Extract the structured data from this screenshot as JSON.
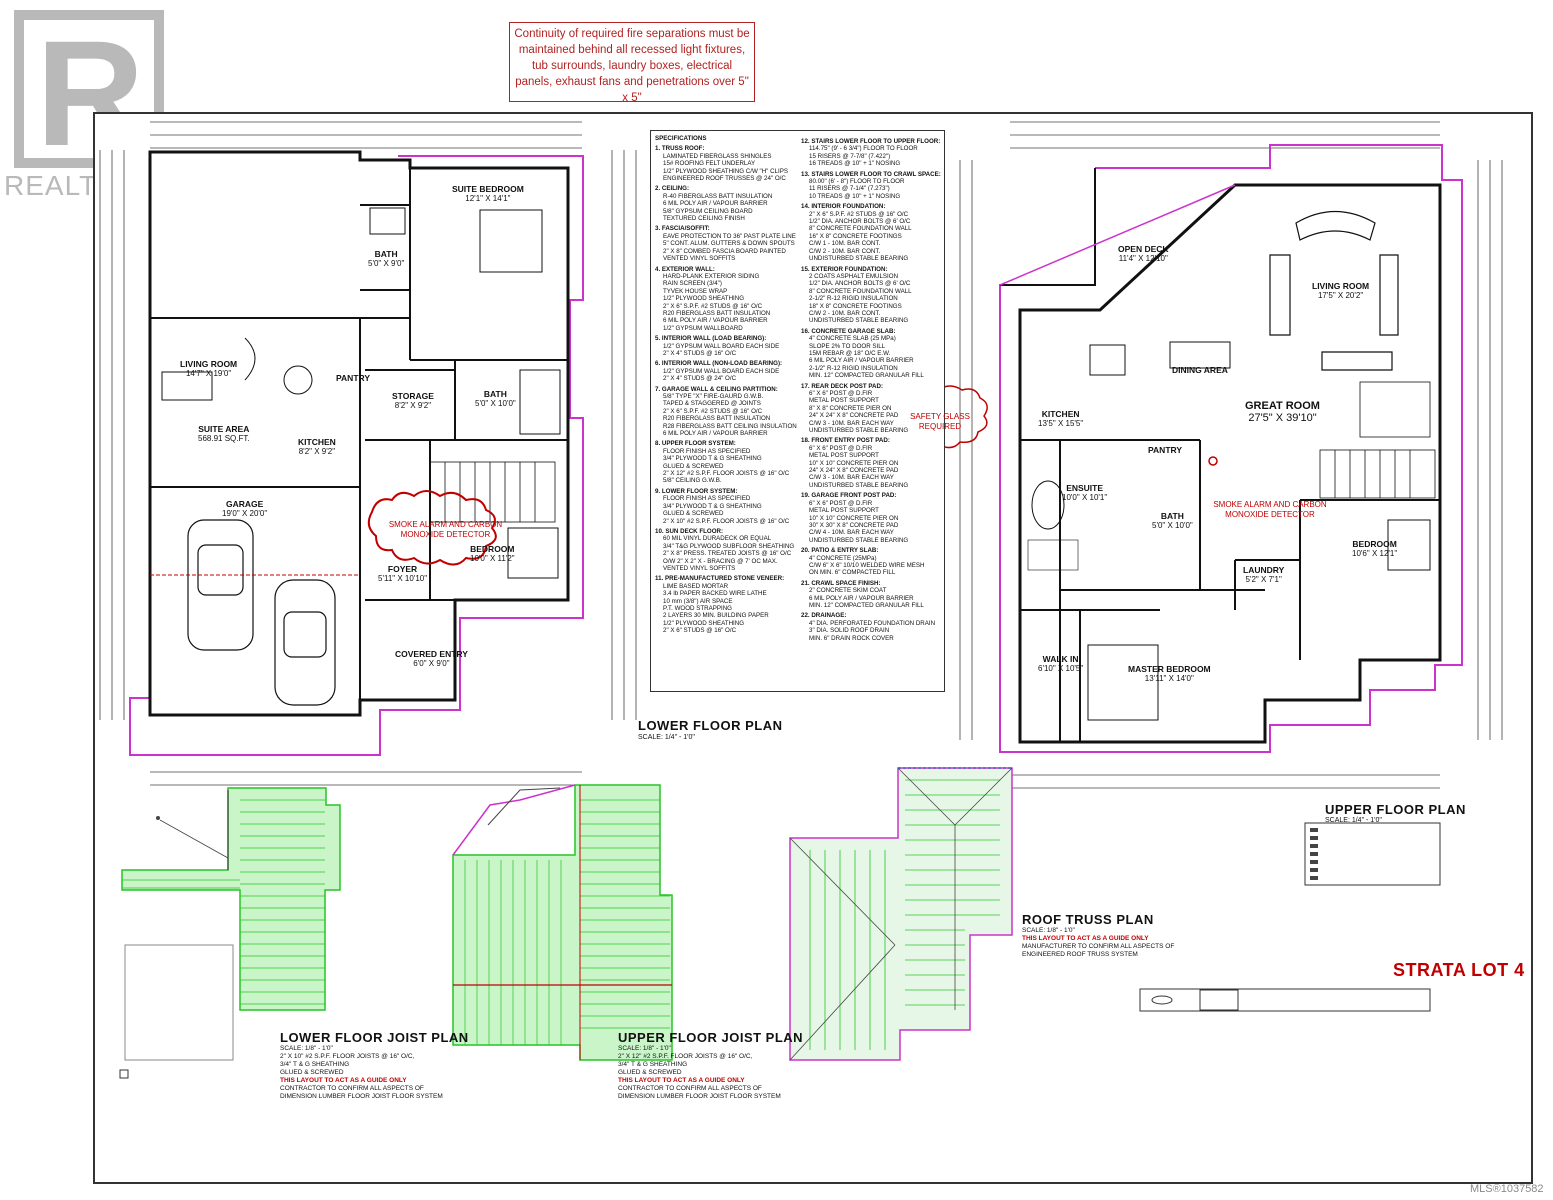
{
  "branding": {
    "logo_letter": "R",
    "logo_word": "REALTOR®",
    "mls_label": "MLS®1037582"
  },
  "note": {
    "text": "Continuity of required fire separations must be maintained behind all recessed light fixtures, tub surrounds, laundry boxes, electrical panels, exhaust fans and penetrations over 5\" x 5\""
  },
  "lower_floor": {
    "title": "LOWER FLOOR PLAN",
    "scale": "SCALE: 1/4\" - 1'0\"",
    "rooms": [
      {
        "name": "SUITE BEDROOM",
        "size": "12'1\" X 14'1\""
      },
      {
        "name": "BATH",
        "size": "5'0\" X 9'0\""
      },
      {
        "name": "LIVING ROOM",
        "size": "14'7\" X 19'0\""
      },
      {
        "name": "SUITE AREA",
        "size": "568.91 SQ.FT."
      },
      {
        "name": "KITCHEN",
        "size": "8'2\" X 9'2\""
      },
      {
        "name": "PANTRY",
        "size": ""
      },
      {
        "name": "STORAGE",
        "size": "8'2\" X 9'2\""
      },
      {
        "name": "BATH",
        "size": "5'0\" X 10'0\""
      },
      {
        "name": "GARAGE",
        "size": "19'0\" X 20'0\""
      },
      {
        "name": "FOYER",
        "size": "5'11\" X 10'10\""
      },
      {
        "name": "BEDROOM",
        "size": "10'0\" X 11'2\""
      },
      {
        "name": "COVERED ENTRY",
        "size": "6'0\" X 9'0\""
      }
    ],
    "callout": "SMOKE ALARM AND CARBON MONOXIDE DETECTOR"
  },
  "upper_floor": {
    "title": "UPPER FLOOR PLAN",
    "scale": "SCALE: 1/4\" - 1'0\"",
    "rooms": [
      {
        "name": "OPEN DECK",
        "size": "11'4\" X 12'10\""
      },
      {
        "name": "LIVING ROOM",
        "size": "17'5\" X 20'2\""
      },
      {
        "name": "DINING AREA",
        "size": ""
      },
      {
        "name": "KITCHEN",
        "size": "13'5\" X 15'5\""
      },
      {
        "name": "GREAT ROOM",
        "size": "27'5\" X 39'10\""
      },
      {
        "name": "PANTRY",
        "size": ""
      },
      {
        "name": "ENSUITE",
        "size": "10'0\" X 10'1\""
      },
      {
        "name": "BATH",
        "size": "5'0\" X 10'0\""
      },
      {
        "name": "BEDROOM",
        "size": "10'6\" X 12'1\""
      },
      {
        "name": "LAUNDRY",
        "size": "5'2\" X 7'1\""
      },
      {
        "name": "WALK IN",
        "size": "6'10\" X 10'5\""
      },
      {
        "name": "MASTER BEDROOM",
        "size": "13'11\" X 14'0\""
      }
    ],
    "callout_smoke": "SMOKE ALARM AND CARBON MONOXIDE DETECTOR",
    "callout_glass": "SAFETY GLASS REQUIRED"
  },
  "lower_joist": {
    "title": "LOWER FLOOR JOIST PLAN",
    "lines": [
      "SCALE: 1/8\" - 1'0\"",
      "2\" X 10\" #2 S.P.F. FLOOR JOISTS @ 16\" O/C,",
      "3/4\" T & G SHEATHING",
      "GLUED & SCREWED"
    ],
    "guide": "THIS LAYOUT TO ACT AS A GUIDE ONLY",
    "footer": [
      "CONTRACTOR TO CONFIRM ALL ASPECTS OF",
      "DIMENSION LUMBER FLOOR JOIST FLOOR SYSTEM"
    ]
  },
  "upper_joist": {
    "title": "UPPER FLOOR JOIST PLAN",
    "lines": [
      "SCALE: 1/8\" - 1'0\"",
      "2\" X 12\" #2 S.P.F. FLOOR JOISTS @ 16\" O/C,",
      "3/4\" T & G SHEATHING",
      "GLUED & SCREWED"
    ],
    "guide": "THIS LAYOUT TO ACT AS A GUIDE ONLY",
    "footer": [
      "CONTRACTOR TO CONFIRM ALL ASPECTS OF",
      "DIMENSION LUMBER FLOOR JOIST FLOOR SYSTEM"
    ]
  },
  "roof_truss": {
    "title": "ROOF TRUSS PLAN",
    "lines": [
      "SCALE: 1/8\" - 1'0\""
    ],
    "guide": "THIS LAYOUT TO ACT AS A GUIDE ONLY",
    "footer": [
      "MANUFACTURER TO CONFIRM ALL ASPECTS OF",
      "ENGINEERED ROOF TRUSS SYSTEM"
    ]
  },
  "strata": "STRATA LOT 4",
  "specifications": {
    "heading": "SPECIFICATIONS",
    "left": [
      {
        "title": "1. TRUSS ROOF:",
        "lines": [
          "LAMINATED FIBERGLASS SHINGLES",
          "15# ROOFING FELT UNDERLAY",
          "1/2\" PLYWOOD SHEATHING C/W \"H\" CLIPS",
          "ENGINEERED ROOF TRUSSES @ 24\" O/C"
        ]
      },
      {
        "title": "2. CEILING:",
        "lines": [
          "R-40 FIBERGLASS BATT INSULATION",
          "6 MIL POLY AIR / VAPOUR BARRIER",
          "5/8\" GYPSUM CEILING BOARD",
          "TEXTURED CEILING FINISH"
        ]
      },
      {
        "title": "3. FASCIA/SOFFIT:",
        "lines": [
          "EAVE PROTECTION TO 36\" PAST PLATE LINE",
          "5\" CONT. ALUM. GUTTERS & DOWN SPOUTS",
          "2\" X 8\" COMBED FASCIA BOARD PAINTED",
          "VENTED VINYL SOFFITS"
        ]
      },
      {
        "title": "4. EXTERIOR WALL:",
        "lines": [
          "HARD-PLANK EXTERIOR SIDING",
          "RAIN SCREEN (3/4\")",
          "TYVEK HOUSE WRAP",
          "1/2\" PLYWOOD SHEATHING",
          "2\" X 6\" S.P.F. #2 STUDS @ 16\" O/C",
          "R20 FIBERGLASS BATT INSULATION",
          "6 MIL POLY AIR / VAPOUR BARRIER",
          "1/2\" GYPSUM WALLBOARD"
        ]
      },
      {
        "title": "5. INTERIOR WALL (LOAD BEARING):",
        "lines": [
          "1/2\" GYPSUM WALL BOARD EACH SIDE",
          "2\" X 4\" STUDS @ 16\" O/C"
        ]
      },
      {
        "title": "6. INTERIOR WALL (NON-LOAD BEARING):",
        "lines": [
          "1/2\" GYPSUM WALL BOARD EACH SIDE",
          "2\" X 4\" STUDS @ 24\" O/C"
        ]
      },
      {
        "title": "7. GARAGE WALL & CEILING PARTITION:",
        "lines": [
          "5/8\" TYPE \"X\" FIRE-GAURD G.W.B.",
          "TAPED & STAGGERED @ JOINTS",
          "2\" X 6\" S.P.F. #2 STUDS @ 16\" O/C",
          "R20 FIBERGLASS BATT INSULATION",
          "R28 FIBERGLASS BATT CEILING INSULATION",
          "6 MIL POLY AIR / VAPOUR BARRIER"
        ]
      },
      {
        "title": "8. UPPER FLOOR SYSTEM:",
        "lines": [
          "FLOOR FINISH AS SPECIFIED",
          "3/4\" PLYWOOD T & G SHEATHING",
          "GLUED & SCREWED",
          "2\" X 12\" #2 S.P.F. FLOOR JOISTS @ 16\" O/C",
          "5/8\" CEILING G.W.B."
        ]
      },
      {
        "title": "9. LOWER FLOOR SYSTEM:",
        "lines": [
          "FLOOR FINISH AS SPECIFIED",
          "3/4\" PLYWOOD T & G SHEATHING",
          "GLUED & SCREWED",
          "2\" X 10\" #2 S.P.F. FLOOR JOISTS @ 16\" O/C"
        ]
      },
      {
        "title": "10. SUN DECK FLOOR:",
        "lines": [
          "60 MIL VINYL DURADECK OR EQUAL",
          "3/4\" T&G PLYWOOD SUBFLOOR SHEATHING",
          "2\" X 8\" PRESS. TREATED JOISTS @ 16\" O/C",
          "O/W 2\" X 2\" X - BRACING @ 7' OC MAX.",
          "VENTED VINYL SOFFITS"
        ]
      },
      {
        "title": "11. PRE-MANUFACTURED STONE VENEER:",
        "lines": [
          "LIME BASED MORTAR",
          "3.4 lb PAPER BACKED WIRE LATHE",
          "10 mm (3/8\") AIR SPACE",
          "P.T. WOOD STRAPPING",
          "2 LAYERS 30 MIN. BUILDING PAPER",
          "1/2\" PLYWOOD SHEATHING",
          "2\" X 6\" STUDS @ 16\" O/C"
        ]
      }
    ],
    "right": [
      {
        "title": "12. STAIRS LOWER FLOOR TO UPPER FLOOR:",
        "lines": [
          "114.75\" (9' - 6 3/4\") FLOOR TO FLOOR",
          "15 RISERS @ 7-7/8\" (7.422\")",
          "16 TREADS @ 10\" + 1\" NOSING"
        ]
      },
      {
        "title": "13. STAIRS LOWER FLOOR TO CRAWL SPACE:",
        "lines": [
          "80.00\" (6' - 8\") FLOOR TO FLOOR",
          "11 RISERS @ 7-1/4\" (7.273\")",
          "10 TREADS @ 10\" + 1\" NOSING"
        ]
      },
      {
        "title": "14. INTERIOR FOUNDATION:",
        "lines": [
          "2\" X 6\" S.P.F. #2 STUDS @ 16\" O/C",
          "1/2\" DIA. ANCHOR BOLTS @ 6' O/C",
          "8\" CONCRETE FOUNDATION WALL",
          "16\" X 8\" CONCRETE FOOTINGS",
          "C/W 1 - 10M. BAR CONT.",
          "C/W 2 - 10M. BAR CONT.",
          "UNDISTURBED STABLE BEARING"
        ]
      },
      {
        "title": "15. EXTERIOR FOUNDATION:",
        "lines": [
          "2 COATS ASPHALT EMULSION",
          "1/2\" DIA. ANCHOR BOLTS @ 6' O/C",
          "8\" CONCRETE FOUNDATION WALL",
          "2-1/2\" R-12 RIGID INSULATION",
          "18\" X 8\" CONCRETE FOOTINGS",
          "C/W 2 - 10M. BAR CONT.",
          "UNDISTURBED STABLE BEARING"
        ]
      },
      {
        "title": "16. CONCRETE GARAGE SLAB:",
        "lines": [
          "4\" CONCRETE SLAB (25 MPa)",
          "SLOPE 2% TO DOOR SILL",
          "15M REBAR @ 18\" O/C E.W.",
          "6 MIL POLY AIR / VAPOUR BARRIER",
          "2-1/2\" R-12 RIGID INSULATION",
          "MIN. 12\" COMPACTED GRANULAR FILL"
        ]
      },
      {
        "title": "17. REAR DECK POST PAD:",
        "lines": [
          "6\" X 6\" POST @ D.FIR",
          "METAL POST SUPPORT",
          "8\" X 8\" CONCRETE PIER ON",
          "24\" X 24\" X 8\" CONCRETE PAD",
          "C/W 3 - 10M. BAR EACH WAY",
          "UNDISTURBED STABLE BEARING"
        ]
      },
      {
        "title": "18. FRONT ENTRY POST PAD:",
        "lines": [
          "6\" X 6\" POST @ D.FIR",
          "METAL POST SUPPORT",
          "10\" X 10\" CONCRETE PIER ON",
          "24\" X 24\" X 8\" CONCRETE PAD",
          "C/W 3 - 10M. BAR EACH WAY",
          "UNDISTURBED STABLE BEARING"
        ]
      },
      {
        "title": "19. GARAGE FRONT POST PAD:",
        "lines": [
          "6\" X 6\" POST @ D.FIR",
          "METAL POST SUPPORT",
          "10\" X 10\" CONCRETE PIER ON",
          "30\" X 30\" X 8\" CONCRETE PAD",
          "C/W 4 - 10M. BAR EACH WAY",
          "UNDISTURBED STABLE BEARING"
        ]
      },
      {
        "title": "20. PATIO & ENTRY SLAB:",
        "lines": [
          "4\" CONCRETE (25MPa)",
          "C/W 6\" X 6\" 10/10 WELDED WIRE MESH",
          "ON MIN. 6\" COMPACTED FILL"
        ]
      },
      {
        "title": "21. CRAWL SPACE FINISH:",
        "lines": [
          "2\" CONCRETE SKIM COAT",
          "6 MIL POLY AIR / VAPOUR BARRIER",
          "MIN. 12\" COMPACTED GRANULAR FILL"
        ]
      },
      {
        "title": "22. DRAINAGE:",
        "lines": [
          "4\" DIA. PERFORATED FOUNDATION DRAIN",
          "3\" DIA. SOLID ROOF DRAIN",
          "MIN. 6\" DRAIN ROCK COVER"
        ]
      }
    ]
  },
  "colors": {
    "wall": "#111111",
    "magenta": "#cc33cc",
    "joist_green": "#27c427",
    "joist_fill": "#c9f5c9",
    "alert_red": "#c00000",
    "logo_grey": "#b9b9b9"
  }
}
